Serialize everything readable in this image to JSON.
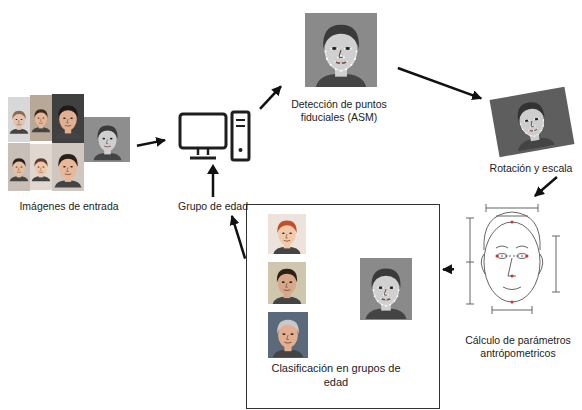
{
  "diagram": {
    "nodes": [
      {
        "text": [
          "Imágenes de entrada"
        ]
      },
      {
        "text": [
          "Grupo de edad"
        ]
      },
      {
        "text": [
          "Detección de puntos fiduciales (ASM)"
        ]
      },
      {
        "text": [
          "Rotación y escala"
        ]
      },
      {
        "text": [
          "Cálculo de parámetros antrópometricos"
        ]
      },
      {
        "text": [
          "Clasificación en grupos de edad"
        ]
      }
    ],
    "edges": [
      {
        "from": 0,
        "to": 1,
        "arrow": "to"
      },
      {
        "from": 1,
        "to": 2,
        "arrow": "to"
      },
      {
        "from": 2,
        "to": 3,
        "arrow": "to"
      },
      {
        "from": 3,
        "to": 4,
        "arrow": "to"
      },
      {
        "from": 4,
        "to": 5,
        "arrow": "to"
      },
      {
        "from": 5,
        "to": 1,
        "arrow": "to"
      }
    ]
  }
}
